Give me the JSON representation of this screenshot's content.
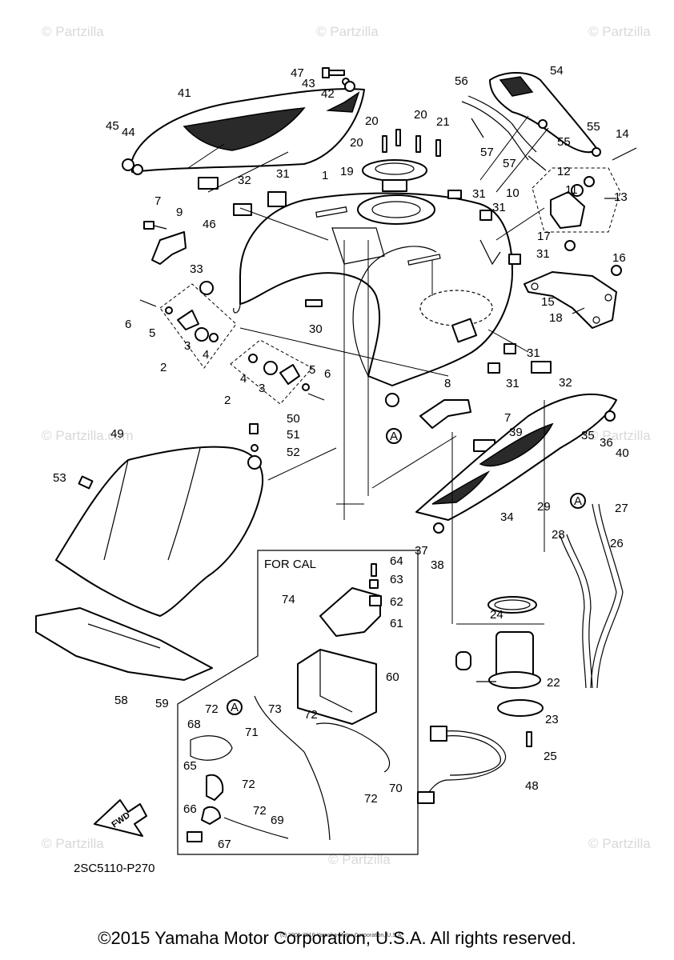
{
  "diagram_code": "2SC5110-P270",
  "for_cal_label": "FOR CAL",
  "fwd_label": "FWD",
  "ref_a": "A",
  "watermark": "© Partzilla.com",
  "watermark_short": "© Partzilla",
  "small_copyright": "(c) 2005-2016 Yamaha Motor Corporation, U.S.A.",
  "footer": "©2015 Yamaha Motor Corporation, U.S.A. All rights reserved.",
  "callouts": [
    {
      "id": "p1",
      "n": "1"
    },
    {
      "id": "p2a",
      "n": "2"
    },
    {
      "id": "p2b",
      "n": "2"
    },
    {
      "id": "p3a",
      "n": "3"
    },
    {
      "id": "p3b",
      "n": "3"
    },
    {
      "id": "p4a",
      "n": "4"
    },
    {
      "id": "p4b",
      "n": "4"
    },
    {
      "id": "p5a",
      "n": "5"
    },
    {
      "id": "p5b",
      "n": "5"
    },
    {
      "id": "p6a",
      "n": "6"
    },
    {
      "id": "p6b",
      "n": "6"
    },
    {
      "id": "p7a",
      "n": "7"
    },
    {
      "id": "p7b",
      "n": "7"
    },
    {
      "id": "p8",
      "n": "8"
    },
    {
      "id": "p9",
      "n": "9"
    },
    {
      "id": "p10",
      "n": "10"
    },
    {
      "id": "p11",
      "n": "11"
    },
    {
      "id": "p12",
      "n": "12"
    },
    {
      "id": "p13",
      "n": "13"
    },
    {
      "id": "p14",
      "n": "14"
    },
    {
      "id": "p15",
      "n": "15"
    },
    {
      "id": "p16",
      "n": "16"
    },
    {
      "id": "p17",
      "n": "17"
    },
    {
      "id": "p18",
      "n": "18"
    },
    {
      "id": "p19",
      "n": "19"
    },
    {
      "id": "p20a",
      "n": "20"
    },
    {
      "id": "p20b",
      "n": "20"
    },
    {
      "id": "p20c",
      "n": "20"
    },
    {
      "id": "p21",
      "n": "21"
    },
    {
      "id": "p22",
      "n": "22"
    },
    {
      "id": "p23",
      "n": "23"
    },
    {
      "id": "p24",
      "n": "24"
    },
    {
      "id": "p25",
      "n": "25"
    },
    {
      "id": "p26",
      "n": "26"
    },
    {
      "id": "p27",
      "n": "27"
    },
    {
      "id": "p28",
      "n": "28"
    },
    {
      "id": "p29",
      "n": "29"
    },
    {
      "id": "p30",
      "n": "30"
    },
    {
      "id": "p31a",
      "n": "31"
    },
    {
      "id": "p31b",
      "n": "31"
    },
    {
      "id": "p31c",
      "n": "31"
    },
    {
      "id": "p31d",
      "n": "31"
    },
    {
      "id": "p31e",
      "n": "31"
    },
    {
      "id": "p31f",
      "n": "31"
    },
    {
      "id": "p32a",
      "n": "32"
    },
    {
      "id": "p32b",
      "n": "32"
    },
    {
      "id": "p33",
      "n": "33"
    },
    {
      "id": "p34",
      "n": "34"
    },
    {
      "id": "p35",
      "n": "35"
    },
    {
      "id": "p36",
      "n": "36"
    },
    {
      "id": "p37",
      "n": "37"
    },
    {
      "id": "p38",
      "n": "38"
    },
    {
      "id": "p39",
      "n": "39"
    },
    {
      "id": "p40",
      "n": "40"
    },
    {
      "id": "p41",
      "n": "41"
    },
    {
      "id": "p42",
      "n": "42"
    },
    {
      "id": "p43",
      "n": "43"
    },
    {
      "id": "p44",
      "n": "44"
    },
    {
      "id": "p45",
      "n": "45"
    },
    {
      "id": "p46",
      "n": "46"
    },
    {
      "id": "p47",
      "n": "47"
    },
    {
      "id": "p48",
      "n": "48"
    },
    {
      "id": "p49",
      "n": "49"
    },
    {
      "id": "p50",
      "n": "50"
    },
    {
      "id": "p51",
      "n": "51"
    },
    {
      "id": "p52",
      "n": "52"
    },
    {
      "id": "p53",
      "n": "53"
    },
    {
      "id": "p54",
      "n": "54"
    },
    {
      "id": "p55a",
      "n": "55"
    },
    {
      "id": "p55b",
      "n": "55"
    },
    {
      "id": "p56",
      "n": "56"
    },
    {
      "id": "p57a",
      "n": "57"
    },
    {
      "id": "p57b",
      "n": "57"
    },
    {
      "id": "p58",
      "n": "58"
    },
    {
      "id": "p59",
      "n": "59"
    },
    {
      "id": "p60",
      "n": "60"
    },
    {
      "id": "p61",
      "n": "61"
    },
    {
      "id": "p62",
      "n": "62"
    },
    {
      "id": "p63",
      "n": "63"
    },
    {
      "id": "p64",
      "n": "64"
    },
    {
      "id": "p65",
      "n": "65"
    },
    {
      "id": "p66",
      "n": "66"
    },
    {
      "id": "p67",
      "n": "67"
    },
    {
      "id": "p68",
      "n": "68"
    },
    {
      "id": "p69",
      "n": "69"
    },
    {
      "id": "p70",
      "n": "70"
    },
    {
      "id": "p71",
      "n": "71"
    },
    {
      "id": "p72a",
      "n": "72"
    },
    {
      "id": "p72b",
      "n": "72"
    },
    {
      "id": "p72c",
      "n": "72"
    },
    {
      "id": "p72d",
      "n": "72"
    },
    {
      "id": "p72e",
      "n": "72"
    },
    {
      "id": "p73",
      "n": "73"
    },
    {
      "id": "p74",
      "n": "74"
    }
  ]
}
